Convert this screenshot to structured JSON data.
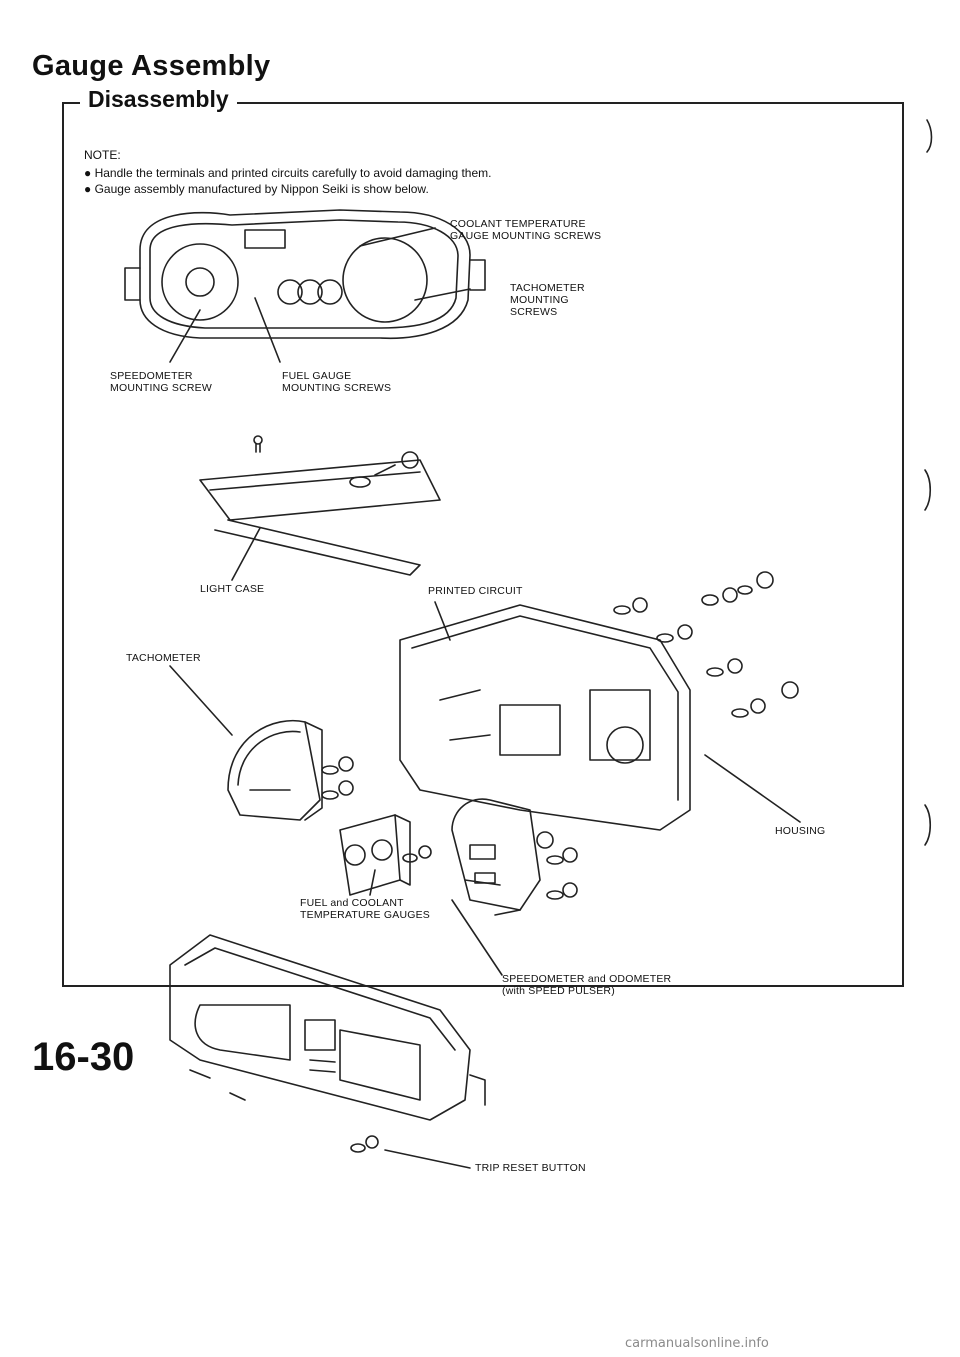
{
  "header": {
    "title": "Gauge Assembly",
    "subtitle": "Disassembly"
  },
  "notes": {
    "heading": "NOTE:",
    "items": [
      "Handle the terminals and printed circuits carefully to avoid damaging them.",
      "Gauge assembly manufactured by Nippon Seiki is show below."
    ]
  },
  "labels": {
    "coolant_screws": "COOLANT TEMPERATURE\nGAUGE MOUNTING SCREWS",
    "tach_screws": "TACHOMETER\nMOUNTING\nSCREWS",
    "speedo_screw": "SPEEDOMETER\nMOUNTING SCREW",
    "fuel_screws": "FUEL GAUGE\nMOUNTING SCREWS",
    "light_case": "LIGHT CASE",
    "printed_circuit": "PRINTED CIRCUIT",
    "tachometer": "TACHOMETER",
    "housing": "HOUSING",
    "fuel_coolant": "FUEL and COOLANT\nTEMPERATURE GAUGES",
    "speedometer": "SPEEDOMETER and ODOMETER\n(with SPEED PULSER)",
    "trip_reset": "TRIP RESET BUTTON"
  },
  "footer": {
    "page_number": "16-30",
    "watermark": "carmanualsonline.info"
  }
}
